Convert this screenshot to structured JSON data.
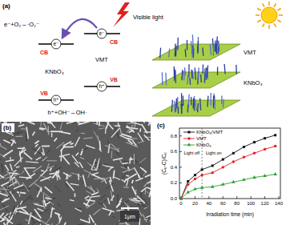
{
  "diagram": {
    "labels": [
      "(a)",
      "e⁻+O₂→·O₂⁻",
      "e⁻",
      "e⁻",
      "Visible light",
      "CB",
      "CB",
      "KNbO₃",
      "VMT",
      "VB",
      "VB",
      "h⁺",
      "h⁺",
      "h⁺+OH⁻→OH·",
      "VMT",
      "KNbO₃",
      "(b)",
      "1μm",
      "(c)",
      "Light off",
      "Light on",
      "0.0",
      "0.2",
      "0.4",
      "0.6",
      "0.8",
      "0",
      "20",
      "40",
      "60",
      "80",
      "100",
      "120",
      "140",
      "(C₀-C)/C₀",
      "Irradiation time (min)"
    ],
    "legend": [
      {
        "text": "KNbO₃/VMT"
      },
      {
        "text": "VMT"
      },
      {
        "text": "KNbO₃"
      }
    ]
  }
}
